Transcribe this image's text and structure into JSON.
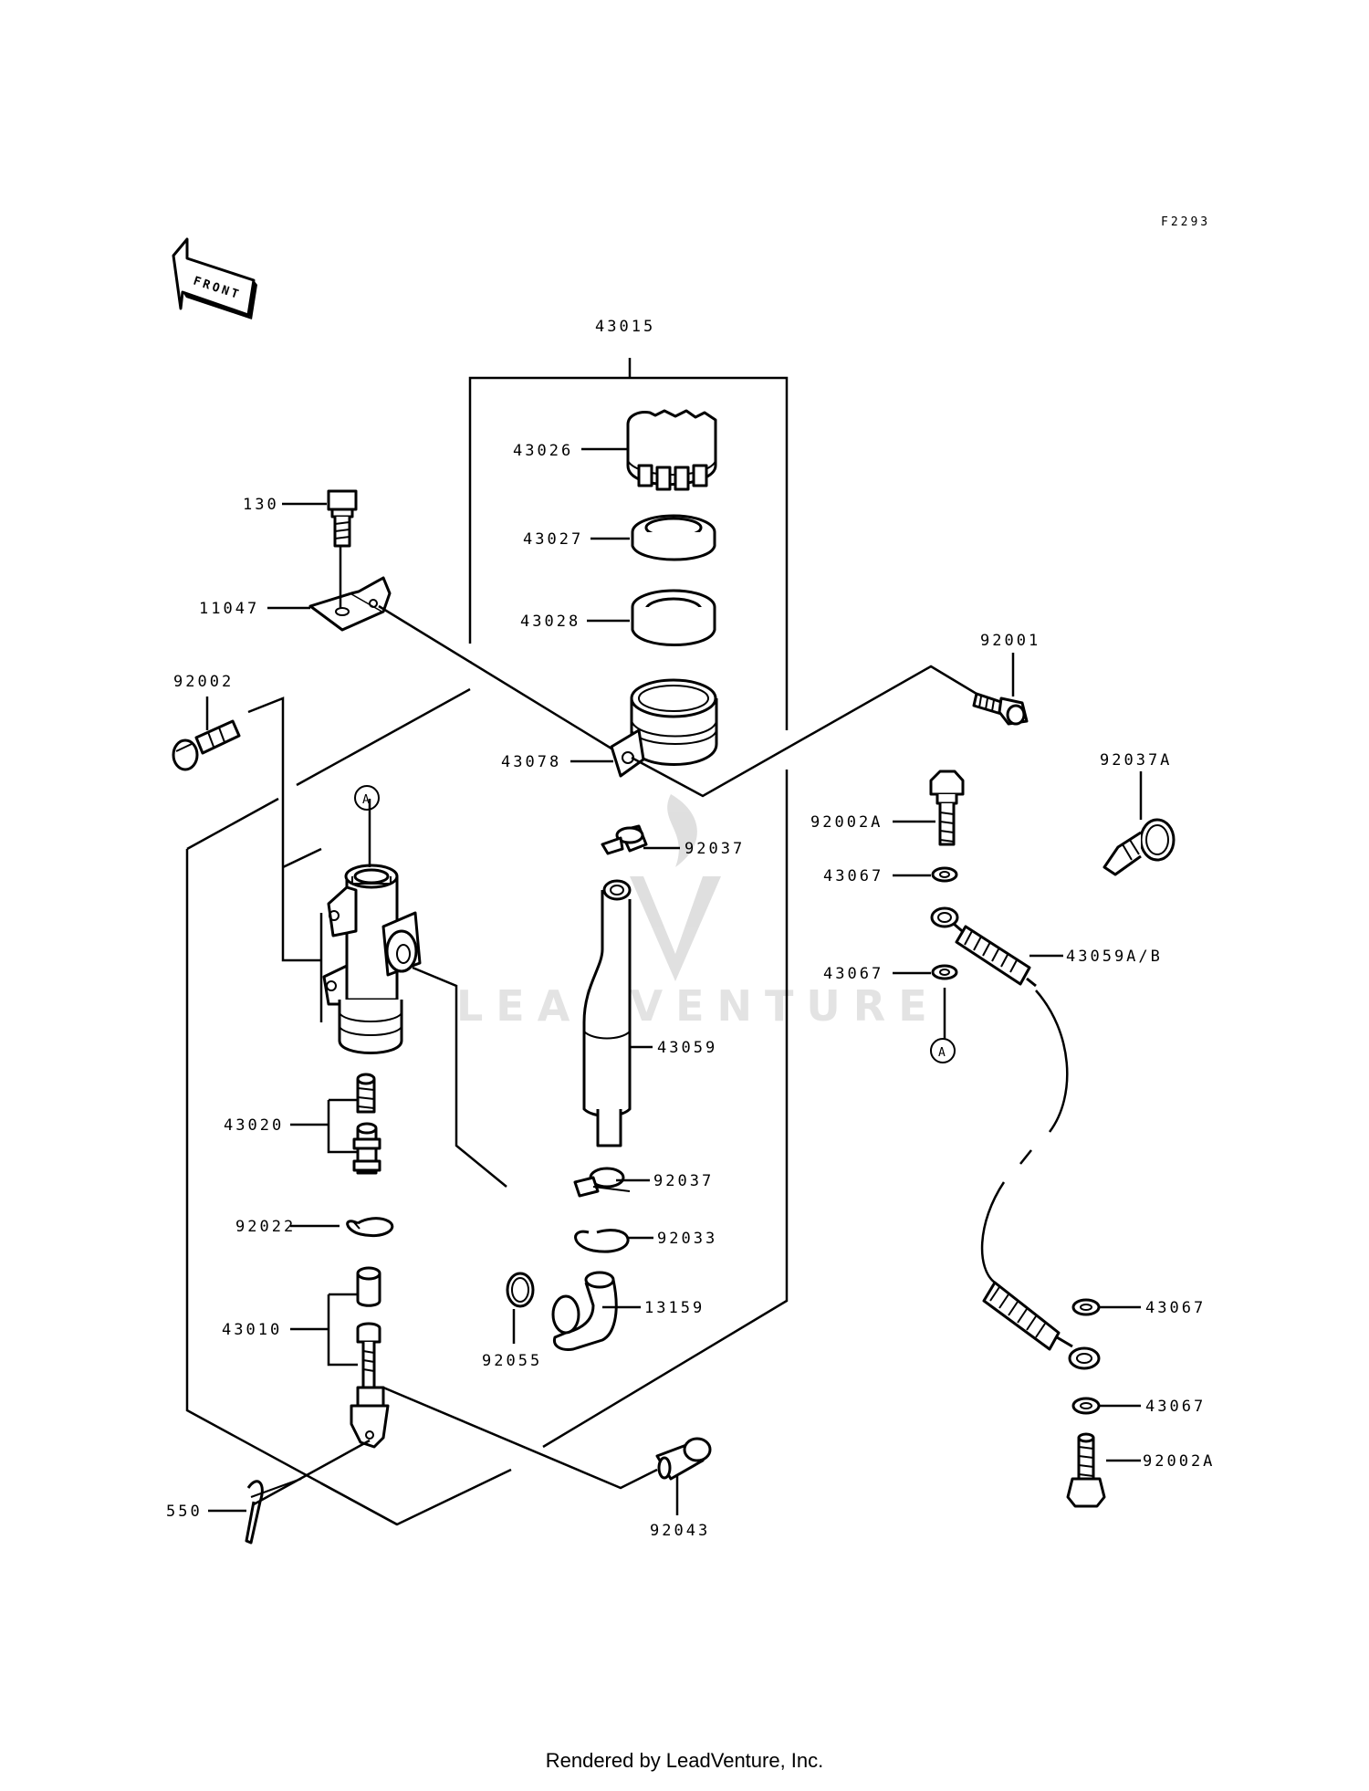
{
  "figure_code": "F2293",
  "front_label": "FRONT",
  "watermark": "LEADVENTURE",
  "footer": "Rendered by LeadVenture, Inc.",
  "callout_marker": "A",
  "parts": [
    {
      "id": "p43015",
      "label": "43015"
    },
    {
      "id": "p43026",
      "label": "43026"
    },
    {
      "id": "p43027",
      "label": "43027"
    },
    {
      "id": "p43028",
      "label": "43028"
    },
    {
      "id": "p130",
      "label": "130"
    },
    {
      "id": "p11047",
      "label": "11047"
    },
    {
      "id": "p92001",
      "label": "92001"
    },
    {
      "id": "p92002",
      "label": "92002"
    },
    {
      "id": "p43078",
      "label": "43078"
    },
    {
      "id": "p92037A",
      "label": "92037A"
    },
    {
      "id": "p92037a",
      "label": "92037"
    },
    {
      "id": "p92002A",
      "label": "92002A"
    },
    {
      "id": "p43067a",
      "label": "43067"
    },
    {
      "id": "p43059AB",
      "label": "43059A/B"
    },
    {
      "id": "p43067b",
      "label": "43067"
    },
    {
      "id": "p43059",
      "label": "43059"
    },
    {
      "id": "p43020",
      "label": "43020"
    },
    {
      "id": "p92037b",
      "label": "92037"
    },
    {
      "id": "p92022",
      "label": "92022"
    },
    {
      "id": "p92033",
      "label": "92033"
    },
    {
      "id": "p13159",
      "label": "13159"
    },
    {
      "id": "p43010",
      "label": "43010"
    },
    {
      "id": "p92055",
      "label": "92055"
    },
    {
      "id": "p43067c",
      "label": "43067"
    },
    {
      "id": "p43067d",
      "label": "43067"
    },
    {
      "id": "p92002Ab",
      "label": "92002A"
    },
    {
      "id": "p550",
      "label": "550"
    },
    {
      "id": "p92043",
      "label": "92043"
    }
  ]
}
